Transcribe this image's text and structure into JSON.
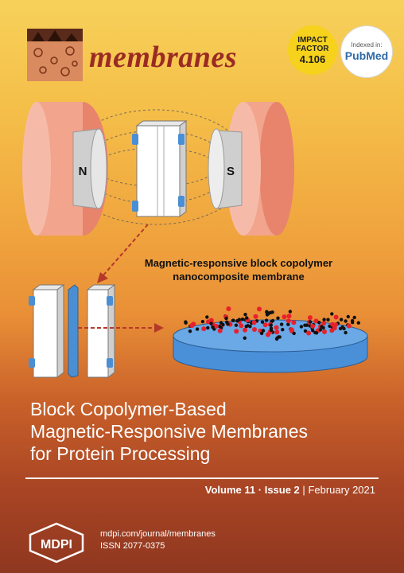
{
  "header": {
    "journal_title": "membranes",
    "impact_factor": {
      "line1": "IMPACT",
      "line2": "FACTOR",
      "value": "4.106"
    },
    "pubmed": {
      "line1": "Indexed in:",
      "line2": "PubMed"
    }
  },
  "figure": {
    "pole_north": "N",
    "pole_south": "S",
    "caption_line1": "Magnetic-responsive block copolymer",
    "caption_line2": "nanocomposite membrane"
  },
  "article": {
    "title_line1": "Block Copolymer-Based",
    "title_line2": "Magnetic-Responsive Membranes",
    "title_line3": "for Protein Processing"
  },
  "issue": {
    "volume": "Volume 11",
    "separator": "·",
    "issue": "Issue 2",
    "bar": "|",
    "date": "February 2021"
  },
  "footer": {
    "publisher": "MDPI",
    "url": "mdpi.com/journal/membranes",
    "issn": "ISSN 2077-0375"
  },
  "colors": {
    "title_red": "#9b2a23",
    "badge_yellow": "#f6d21c",
    "magnet_pink": "#f2a48c",
    "membrane_blue": "#4a90d9",
    "particle_red": "#e8202a"
  }
}
